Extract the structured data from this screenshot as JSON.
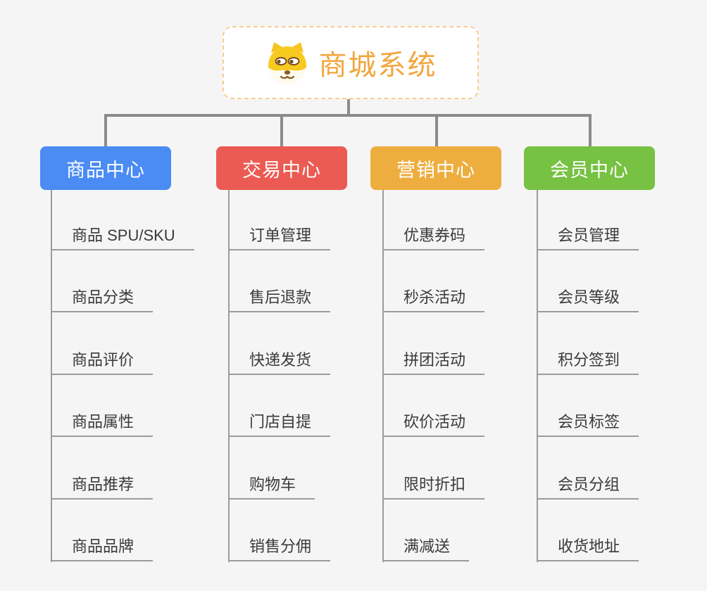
{
  "root": {
    "title": "商城系统",
    "icon": "dog-icon"
  },
  "branches": [
    {
      "id": "product-center",
      "label": "商品中心",
      "color": "#4A8BF4",
      "items": [
        "商品 SPU/SKU",
        "商品分类",
        "商品评价",
        "商品属性",
        "商品推荐",
        "商品品牌"
      ]
    },
    {
      "id": "trade-center",
      "label": "交易中心",
      "color": "#EB5B53",
      "items": [
        "订单管理",
        "售后退款",
        "快递发货",
        "门店自提",
        "购物车",
        "销售分佣"
      ]
    },
    {
      "id": "marketing-center",
      "label": "营销中心",
      "color": "#EDAE3F",
      "items": [
        "优惠券码",
        "秒杀活动",
        "拼团活动",
        "砍价活动",
        "限时折扣",
        "满减送"
      ]
    },
    {
      "id": "member-center",
      "label": "会员中心",
      "color": "#77C143",
      "items": [
        "会员管理",
        "会员等级",
        "积分签到",
        "会员标签",
        "会员分组",
        "收货地址"
      ]
    }
  ],
  "colors": {
    "background": "#F5F5F5",
    "connector": "#8B8B8B",
    "leaf_line": "#9C9C9C",
    "leaf_text": "#3A3A3A",
    "root_text": "#F2A63E",
    "root_border": "#F6CD92",
    "root_background": "#FFFFFF"
  }
}
